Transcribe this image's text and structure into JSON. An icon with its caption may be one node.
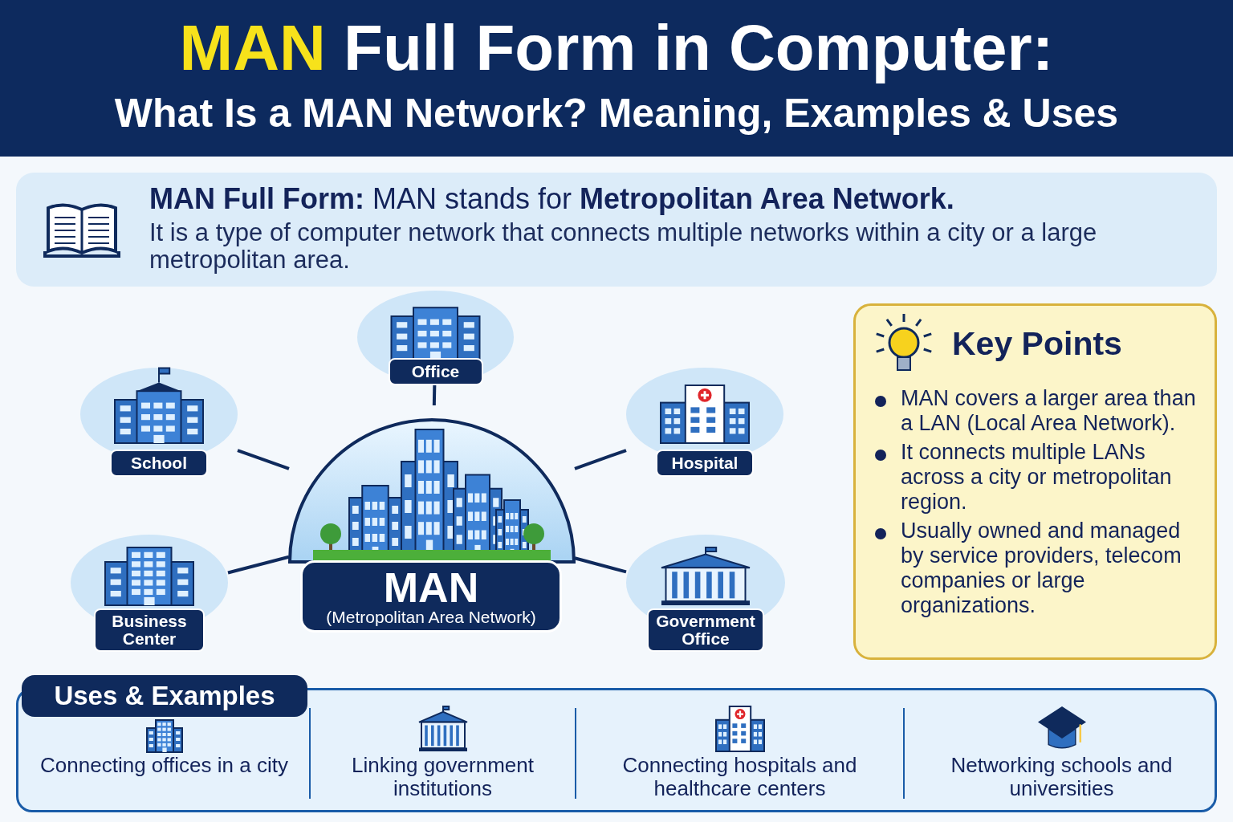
{
  "diagram": {
    "title": "MAN Full Form in Computer:",
    "nodes": [
      {
        "text": [
          "**MAN Full Form:** MAN stands for **Metropolitan Area Network.**",
          "It is a type of computer network that connects multiple networks within a city or a large metropolitan area."
        ]
      },
      {
        "text": [
          "MAN",
          "(Metropolitan Area Network)"
        ]
      },
      {
        "text": [
          "Office"
        ]
      },
      {
        "text": [
          "School"
        ]
      },
      {
        "text": [
          "Hospital"
        ]
      },
      {
        "text": [
          "Business Center"
        ]
      },
      {
        "text": [
          "Government Office"
        ]
      },
      {
        "text": [
          "Key Points",
          "MAN covers a larger area than a LAN (Local Area Network).",
          "It connects multiple LANs across a city or metropolitan region.",
          "Usually owned and managed by service providers, telecom companies or large organizations."
        ]
      },
      {
        "text": [
          "Uses & Examples"
        ]
      },
      {
        "text": [
          "Connecting offices in a city"
        ],
        "in": 8
      },
      {
        "text": [
          "Linking government institutions"
        ],
        "in": 8
      },
      {
        "text": [
          "Connecting hospitals and healthcare centers"
        ],
        "in": 8
      },
      {
        "text": [
          "Networking schools and universities"
        ],
        "in": 8
      }
    ],
    "edges": [
      {
        "from": 1,
        "to": 2,
        "arrow": "none"
      },
      {
        "from": 1,
        "to": 3,
        "arrow": "none"
      },
      {
        "from": 1,
        "to": 4,
        "arrow": "none"
      },
      {
        "from": 1,
        "to": 5,
        "arrow": "none"
      },
      {
        "from": 1,
        "to": 6,
        "arrow": "none"
      }
    ],
    "labels": [
      "What Is a MAN Network? Meaning, Examples & Uses"
    ]
  }
}
